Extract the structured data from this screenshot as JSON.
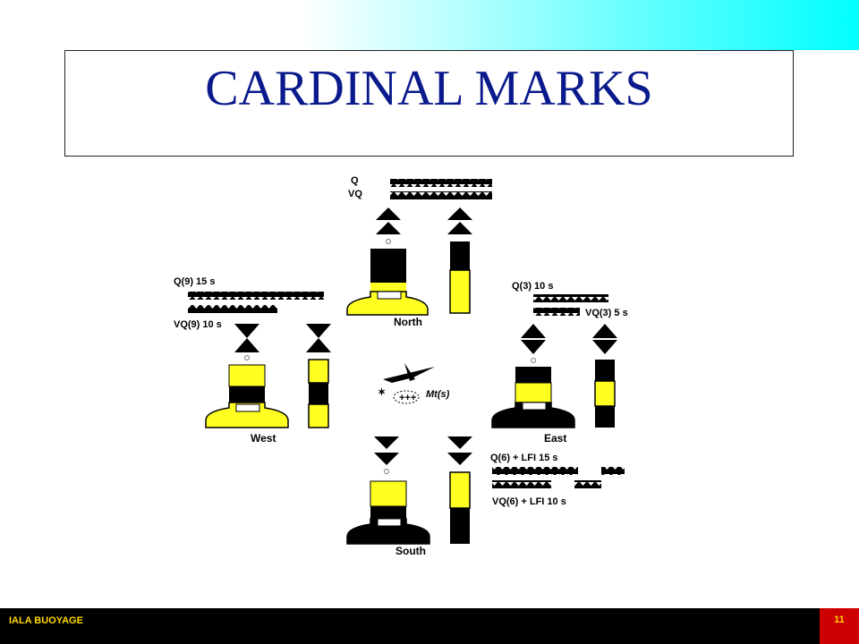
{
  "slide": {
    "title": "CARDINAL MARKS",
    "footer_label": "IALA BUOYAGE",
    "page_number": "11"
  },
  "colors": {
    "title": "#0a1a8c",
    "buoy_yellow": "#ffff22",
    "buoy_black": "#000000",
    "footer_bg": "#000000",
    "footer_text": "#ffd700",
    "page_badge": "#cc0000"
  },
  "diagram": {
    "north": {
      "name": "North",
      "light_q": "Q",
      "light_vq": "VQ"
    },
    "east": {
      "name": "East",
      "light_q": "Q(3)  10 s",
      "light_vq": "VQ(3)  5 s"
    },
    "south": {
      "name": "South",
      "light_q": "Q(6)  + LFI   15 s",
      "light_vq": "VQ(6)  + LFI  10 s"
    },
    "west": {
      "name": "West",
      "light_q": "Q(9)  15 s",
      "light_vq": "VQ(9) 10 s"
    },
    "center_label": "Mt(s)"
  }
}
